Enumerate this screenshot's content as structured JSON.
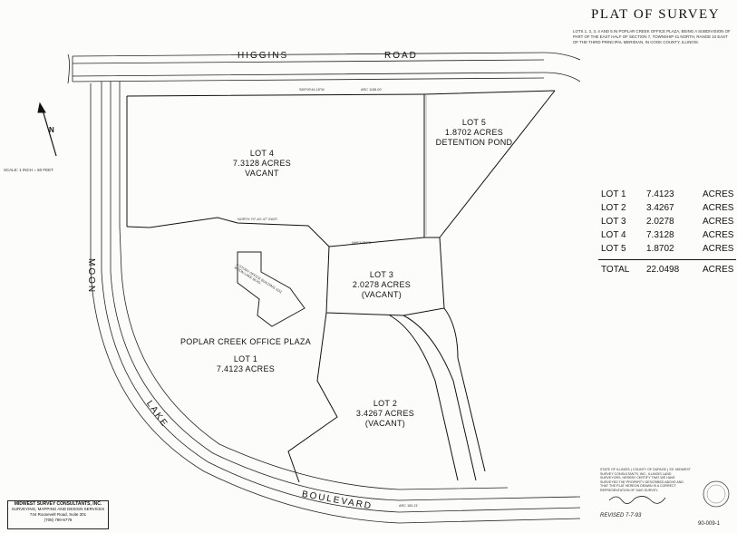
{
  "title": "PLAT OF SURVEY",
  "notes": "LOTS 1, 2, 3, 4 AND 5 IN POPLAR CREEK OFFICE PLAZA, BEING A SUBDIVISION OF PART OF THE EAST HALF OF SECTION 7, TOWNSHIP 41 NORTH, RANGE 10 EAST OF THE THIRD PRINCIPAL MERIDIAN, IN COOK COUNTY, ILLINOIS.",
  "roads": {
    "higgins": "HIGGINS",
    "road": "ROAD",
    "moon": "MOON",
    "lake": "LAKE",
    "boulevard": "BOULEVARD"
  },
  "lots": {
    "lot4": {
      "name": "LOT 4",
      "acres": "7.3128 ACRES",
      "status": "VACANT"
    },
    "lot5": {
      "name": "LOT 5",
      "acres": "1.8702 ACRES",
      "status": "DETENTION POND"
    },
    "lot3": {
      "name": "LOT 3",
      "acres": "2.0278 ACRES",
      "status": "(VACANT)"
    },
    "lot1": {
      "plaza": "POPLAR CREEK OFFICE PLAZA",
      "name": "LOT 1",
      "acres": "7.4123 ACRES"
    },
    "lot2": {
      "name": "LOT 2",
      "acres": "3.4267 ACRES",
      "status": "(VACANT)"
    }
  },
  "building_note": "2 STORY OFFICE BUILDING 1111 MOON LAKE BLVD.",
  "acreage_table": {
    "rows": [
      {
        "lot": "LOT 1",
        "value": "7.4123",
        "unit": "ACRES"
      },
      {
        "lot": "LOT 2",
        "value": "3.4267",
        "unit": "ACRES"
      },
      {
        "lot": "LOT 3",
        "value": "2.0278",
        "unit": "ACRES"
      },
      {
        "lot": "LOT 4",
        "value": "7.3128",
        "unit": "ACRES"
      },
      {
        "lot": "LOT 5",
        "value": "1.8702",
        "unit": "ACRES"
      }
    ],
    "total_label": "TOTAL",
    "total_value": "22.0498",
    "total_unit": "ACRES"
  },
  "north_label": "N",
  "scale": "SCALE: 1 INCH = 50 FEET",
  "dimensions": {
    "top_bearing": "S89°09'44.18\"W",
    "top_arc": "ARC 1158.00'",
    "lot4_south": "NORTH 70°-40'-47\" EAST",
    "lot3_north": "N89°44'59\"E",
    "lot2_arc": "ARC 150.21'"
  },
  "company": {
    "name": "MIDWEST SURVEY CONSULTANTS, INC.",
    "line1": "SURVEYING, MAPPING AND DESIGN SERVICES",
    "line2": "744 Roosevelt Road, Suite 301",
    "line3": "(708) 790-6778"
  },
  "certificate": "STATE OF ILLINOIS ) COUNTY OF DUPAGE ) SS. MIDWEST SURVEY CONSULTANTS, INC., ILLINOIS LAND SURVEYORS, HEREBY CERTIFY THAT WE HAVE SURVEYED THE PROPERTY DESCRIBED ABOVE AND THAT THE PLAT HEREON DRAWN IS A CORRECT REPRESENTATION OF SAID SURVEY.",
  "revised": "REVISED 7-7-93",
  "doc_number": "90-009-1"
}
